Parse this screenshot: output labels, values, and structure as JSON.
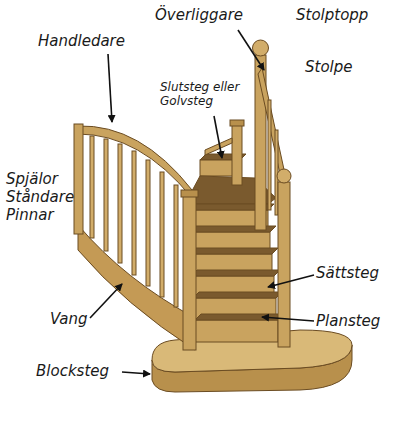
{
  "diagram": {
    "labels": [
      "Handledare",
      "Överliggare",
      "Stolptopp",
      "Stolpe",
      "Slutsteg eller Golvsteg",
      "Spjälor Ståndare Pinnar",
      "Sättsteg",
      "Vang",
      "Plansteg",
      "Blocksteg"
    ]
  }
}
